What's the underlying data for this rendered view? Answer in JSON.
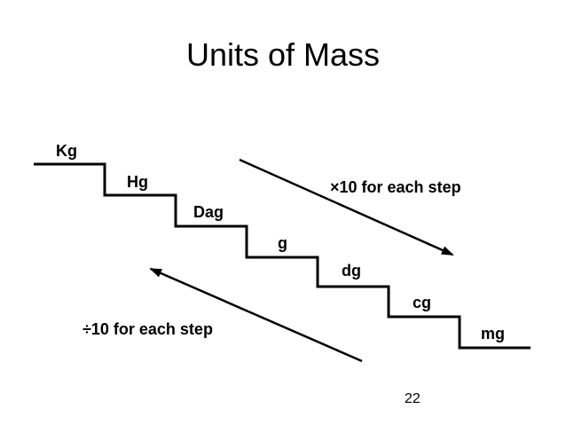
{
  "slide": {
    "title": "Units of Mass",
    "page_number": "22"
  },
  "diagram": {
    "units": [
      "Kg",
      "Hg",
      "Dag",
      "g",
      "dg",
      "cg",
      "mg"
    ],
    "multiply_rule": "×10 for each step",
    "divide_rule": "÷10 for each step",
    "colors": {
      "line": "#000000",
      "text": "#000000",
      "background": "#ffffff"
    }
  }
}
